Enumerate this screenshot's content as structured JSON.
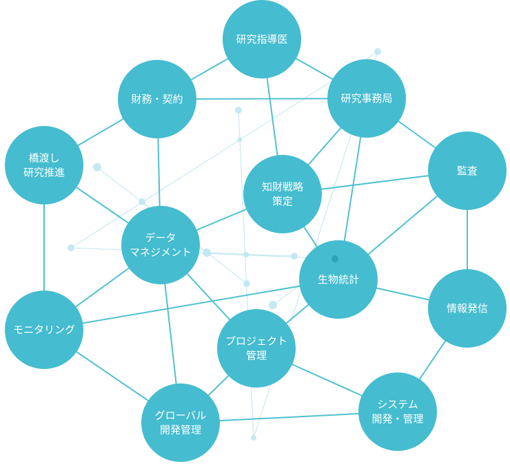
{
  "colors": {
    "node_fill": "#45bccf",
    "edge": "#4fc1d1",
    "deco_line": "#bde6ee",
    "deco_dot": "#bfe7ef",
    "deco_dot_dark": "#2aa5b8"
  },
  "nodes": [
    {
      "id": "kenkyu-shidoui",
      "lines": [
        "研究指導医"
      ]
    },
    {
      "id": "zaimu-keiyaku",
      "lines": [
        "財務・契約"
      ]
    },
    {
      "id": "kenkyu-jimukyoku",
      "lines": [
        "研究事務局"
      ]
    },
    {
      "id": "hashiwatashi",
      "lines": [
        "橋渡し",
        "研究推進"
      ]
    },
    {
      "id": "kansa",
      "lines": [
        "監査"
      ]
    },
    {
      "id": "chizai-senryaku",
      "lines": [
        "知財戦略",
        "策定"
      ]
    },
    {
      "id": "data-management",
      "lines": [
        "データ",
        "マネジメント"
      ]
    },
    {
      "id": "seibutsu-toukei",
      "lines": [
        "生物統計"
      ]
    },
    {
      "id": "jouhou-hasshin",
      "lines": [
        "情報発信"
      ]
    },
    {
      "id": "monitoring",
      "lines": [
        "モニタリング"
      ]
    },
    {
      "id": "project-kanri",
      "lines": [
        "プロジェクト",
        "管理"
      ]
    },
    {
      "id": "global-kaihatsu",
      "lines": [
        "グローバル",
        "開発管理"
      ]
    },
    {
      "id": "system-kaihatsu",
      "lines": [
        "システム",
        "開発・管理"
      ]
    }
  ],
  "edges": [
    [
      "kenkyu-shidoui",
      "zaimu-keiyaku"
    ],
    [
      "kenkyu-shidoui",
      "kenkyu-jimukyoku"
    ],
    [
      "kenkyu-shidoui",
      "chizai-senryaku"
    ],
    [
      "zaimu-keiyaku",
      "kenkyu-jimukyoku"
    ],
    [
      "zaimu-keiyaku",
      "hashiwatashi"
    ],
    [
      "zaimu-keiyaku",
      "data-management"
    ],
    [
      "kenkyu-jimukyoku",
      "kansa"
    ],
    [
      "kenkyu-jimukyoku",
      "chizai-senryaku"
    ],
    [
      "kenkyu-jimukyoku",
      "seibutsu-toukei"
    ],
    [
      "hashiwatashi",
      "data-management"
    ],
    [
      "hashiwatashi",
      "monitoring"
    ],
    [
      "kansa",
      "chizai-senryaku"
    ],
    [
      "kansa",
      "seibutsu-toukei"
    ],
    [
      "kansa",
      "jouhou-hasshin"
    ],
    [
      "chizai-senryaku",
      "data-management"
    ],
    [
      "chizai-senryaku",
      "seibutsu-toukei"
    ],
    [
      "data-management",
      "monitoring"
    ],
    [
      "data-management",
      "project-kanri"
    ],
    [
      "data-management",
      "global-kaihatsu"
    ],
    [
      "seibutsu-toukei",
      "monitoring"
    ],
    [
      "seibutsu-toukei",
      "project-kanri"
    ],
    [
      "seibutsu-toukei",
      "jouhou-hasshin"
    ],
    [
      "jouhou-hasshin",
      "system-kaihatsu"
    ],
    [
      "monitoring",
      "global-kaihatsu"
    ],
    [
      "project-kanri",
      "global-kaihatsu"
    ],
    [
      "project-kanri",
      "system-kaihatsu"
    ],
    [
      "global-kaihatsu",
      "system-kaihatsu"
    ]
  ]
}
